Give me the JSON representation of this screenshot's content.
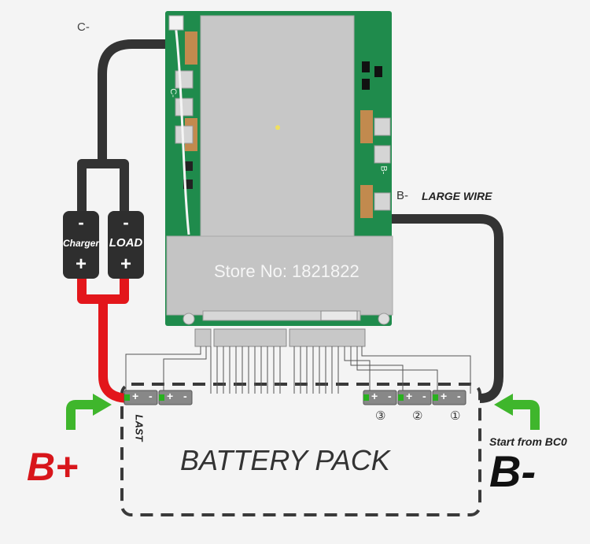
{
  "board": {
    "label_c_minus_top": "C-",
    "label_c_minus_side": "C-",
    "label_b_minus_side": "B-",
    "watermark": "Store No: 1821822"
  },
  "wiring": {
    "b_minus_label": "B-",
    "large_wire_label": "LARGE WIRE"
  },
  "terminals": {
    "charger": {
      "label": "Charger",
      "minus": "-",
      "plus": "+"
    },
    "load": {
      "label": "LOAD",
      "minus": "-",
      "plus": "+"
    }
  },
  "cells": {
    "markers": [
      "③",
      "②",
      "①"
    ],
    "last_label": "LAST",
    "cell_plus": "+",
    "cell_minus": "-"
  },
  "pack": {
    "title": "BATTERY PACK",
    "b_plus": "B+",
    "b_minus": "B-",
    "start_label": "Start from BC0"
  },
  "colors": {
    "wire_black": "#333333",
    "wire_red": "#e3161b",
    "arrow_green": "#3fb62c",
    "b_plus_red": "#d8161b",
    "pcb_green": "#1f8b4c",
    "heatsink": "#c9c9c9"
  }
}
